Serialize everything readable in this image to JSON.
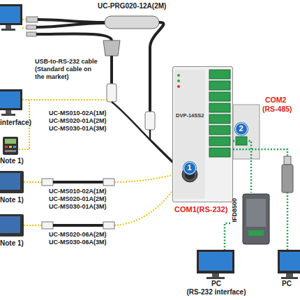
{
  "diagram": {
    "nodes": [
      {
        "text": [
          "DVP-14SS2"
        ]
      },
      {
        "text": [
          "1"
        ],
        "in": 0
      },
      {
        "text": [
          "2"
        ]
      },
      {
        "text": [
          "IFD8500"
        ]
      },
      {
        "text": [
          "PC",
          "(RS-232 interface)"
        ]
      },
      {
        "text": [
          "PC"
        ]
      }
    ],
    "edges": [
      {
        "from": 0,
        "to": 3,
        "arrow": "none"
      },
      {
        "from": 3,
        "to": 4,
        "arrow": "none"
      },
      {
        "from": 0,
        "to": 5,
        "arrow": "none"
      }
    ],
    "labels": [
      "UC-PRG020-12A(2M)",
      "USB-to-RS-232 cable",
      "(Standard cable on",
      "the market)",
      "UC-MS010-02A(1M)",
      "UC-MS020-01A(2M)",
      "UC-MS030-01A(3M)",
      "interface)",
      "Note 1)",
      "UC-MS010-02A(1M)",
      "UC-MS020-01A(2M)",
      "UC-MS030-01A(3M)",
      "Note 1)",
      "UC-MS020-06A(2M)",
      "UC-MS030-06A(3M)",
      "Note 1)",
      "COM1(RS-232)",
      "COM2",
      "(RS-485)"
    ]
  }
}
